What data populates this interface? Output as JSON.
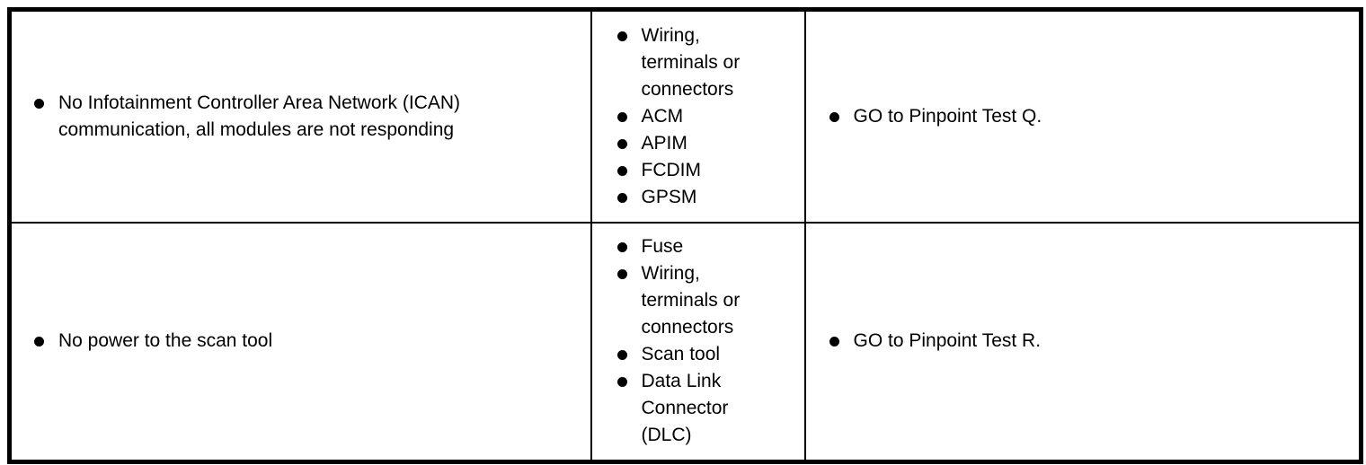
{
  "document": {
    "type": "symptom-chart-table",
    "columns": [
      "symptom",
      "possible_sources",
      "action"
    ]
  },
  "rows": [
    {
      "symptom": "No Infotainment Controller Area Network (ICAN) communication, all modules are not responding",
      "sources": [
        "Wiring, terminals or connectors",
        "ACM",
        "APIM",
        "FCDIM",
        "GPSM"
      ],
      "action": "GO to Pinpoint Test Q."
    },
    {
      "symptom": "No power to the scan tool",
      "sources": [
        "Fuse",
        "Wiring, terminals or connectors",
        "Scan tool",
        "Data Link Connector (DLC)"
      ],
      "action": "GO to Pinpoint Test R."
    }
  ],
  "colors": {
    "border": "#000000",
    "background": "#ffffff",
    "text": "#000000"
  }
}
